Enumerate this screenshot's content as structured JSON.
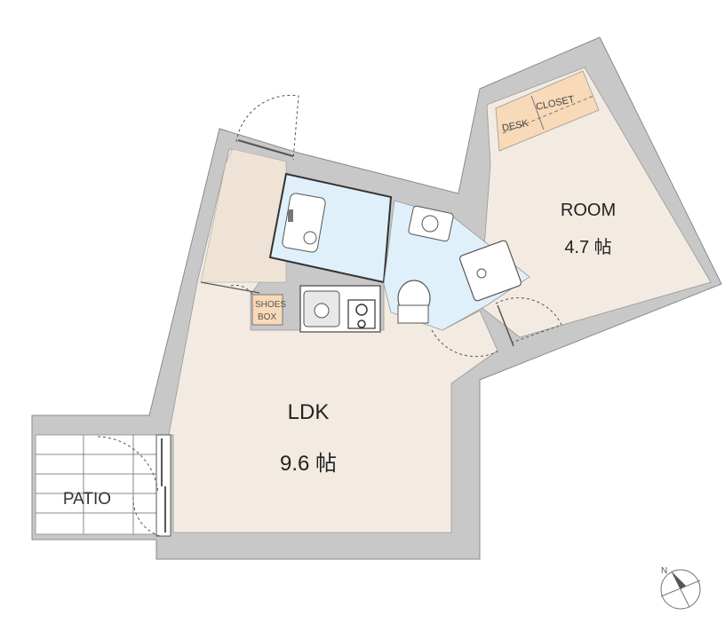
{
  "rooms": {
    "ldk": {
      "name": "LDK",
      "size": "9.6 帖"
    },
    "room": {
      "name": "ROOM",
      "size": "4.7 帖"
    }
  },
  "labels": {
    "closet": "CLOSET",
    "desk": "DESK",
    "patio": "PATIO",
    "shoebox_line1": "SHOES",
    "shoebox_line2": "BOX",
    "north": "N"
  },
  "colors": {
    "wall": "#c8c8c8",
    "room_floor": "#f3ebe2",
    "wet_area": "#dff0fa",
    "storage": "#f8d9b8",
    "patio": "#ffffff"
  }
}
